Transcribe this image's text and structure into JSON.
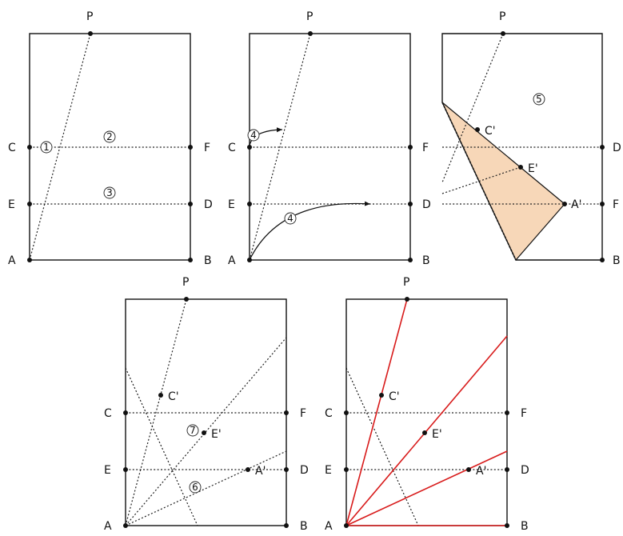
{
  "points": {
    "P": "P",
    "A": "A",
    "B": "B",
    "C": "C",
    "D": "D",
    "E": "E",
    "F": "F",
    "C_prime": "C'",
    "E_prime": "E'",
    "A_prime": "A'"
  },
  "steps": [
    "1",
    "2",
    "3",
    "4",
    "5",
    "6",
    "7"
  ],
  "colors": {
    "fold_fill": "#f7d7b8",
    "highlight": "#d81b1b",
    "line": "#111111"
  }
}
